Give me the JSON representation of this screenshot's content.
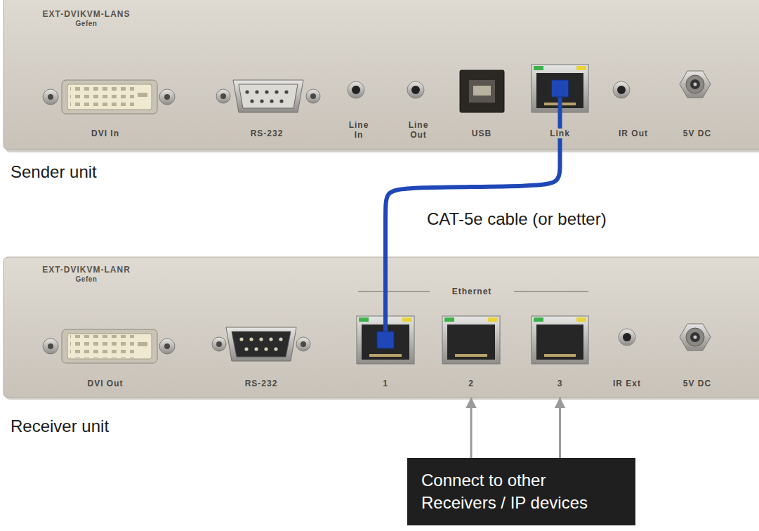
{
  "diagram": {
    "nodes": [
      {
        "text": [
          "EXT-DVIKVM-LANS",
          "Gefen"
        ]
      },
      {
        "text": [
          "Link"
        ],
        "in": 0
      },
      {
        "text": [
          "EXT-DVIKVM-LANR",
          "Gefen"
        ]
      },
      {
        "text": [
          "1"
        ],
        "in": 2
      },
      {
        "text": [
          "2"
        ],
        "in": 2
      },
      {
        "text": [
          "3"
        ],
        "in": 2
      },
      {
        "text": [
          "Connect to other Receivers / IP devices"
        ]
      }
    ],
    "edges": [
      {
        "from": 1,
        "to": 3,
        "arrow": "none",
        "label": "CAT-5e cable (or better)"
      },
      {
        "from": 6,
        "to": 4,
        "arrow": "to"
      },
      {
        "from": 6,
        "to": 5,
        "arrow": "to"
      }
    ],
    "labels": [
      "Sender unit",
      "DVI In",
      "RS-232",
      "Line In",
      "Line Out",
      "USB",
      "IR Out",
      "5V DC",
      "Receiver unit",
      "DVI Out",
      "RS-232",
      "Ethernet",
      "IR Ext",
      "5V DC"
    ]
  }
}
